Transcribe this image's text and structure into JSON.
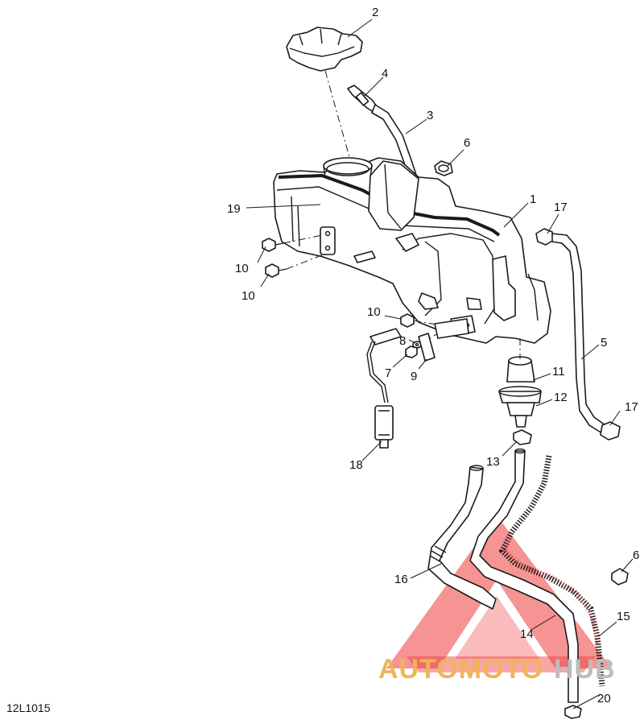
{
  "drawing_number": "12L1015",
  "watermark": {
    "part1": "AUTOMOTO",
    "part2": "HUB",
    "color_triangle": "#ee3b3b",
    "color_part1": "#f1b35a",
    "color_part2": "#bdbdbd"
  },
  "callouts": [
    {
      "id": "c1",
      "text": "1"
    },
    {
      "id": "c2",
      "text": "2"
    },
    {
      "id": "c3",
      "text": "3"
    },
    {
      "id": "c4",
      "text": "4"
    },
    {
      "id": "c5",
      "text": "5"
    },
    {
      "id": "c6a",
      "text": "6"
    },
    {
      "id": "c6b",
      "text": "6"
    },
    {
      "id": "c7",
      "text": "7"
    },
    {
      "id": "c8",
      "text": "8"
    },
    {
      "id": "c9",
      "text": "9"
    },
    {
      "id": "c10a",
      "text": "10"
    },
    {
      "id": "c10b",
      "text": "10"
    },
    {
      "id": "c10c",
      "text": "10"
    },
    {
      "id": "c11",
      "text": "11"
    },
    {
      "id": "c12",
      "text": "12"
    },
    {
      "id": "c13",
      "text": "13"
    },
    {
      "id": "c14",
      "text": "14"
    },
    {
      "id": "c15",
      "text": "15"
    },
    {
      "id": "c16",
      "text": "16"
    },
    {
      "id": "c17a",
      "text": "17"
    },
    {
      "id": "c17b",
      "text": "17"
    },
    {
      "id": "c18",
      "text": "18"
    },
    {
      "id": "c19",
      "text": "19"
    },
    {
      "id": "c20",
      "text": "20"
    }
  ]
}
